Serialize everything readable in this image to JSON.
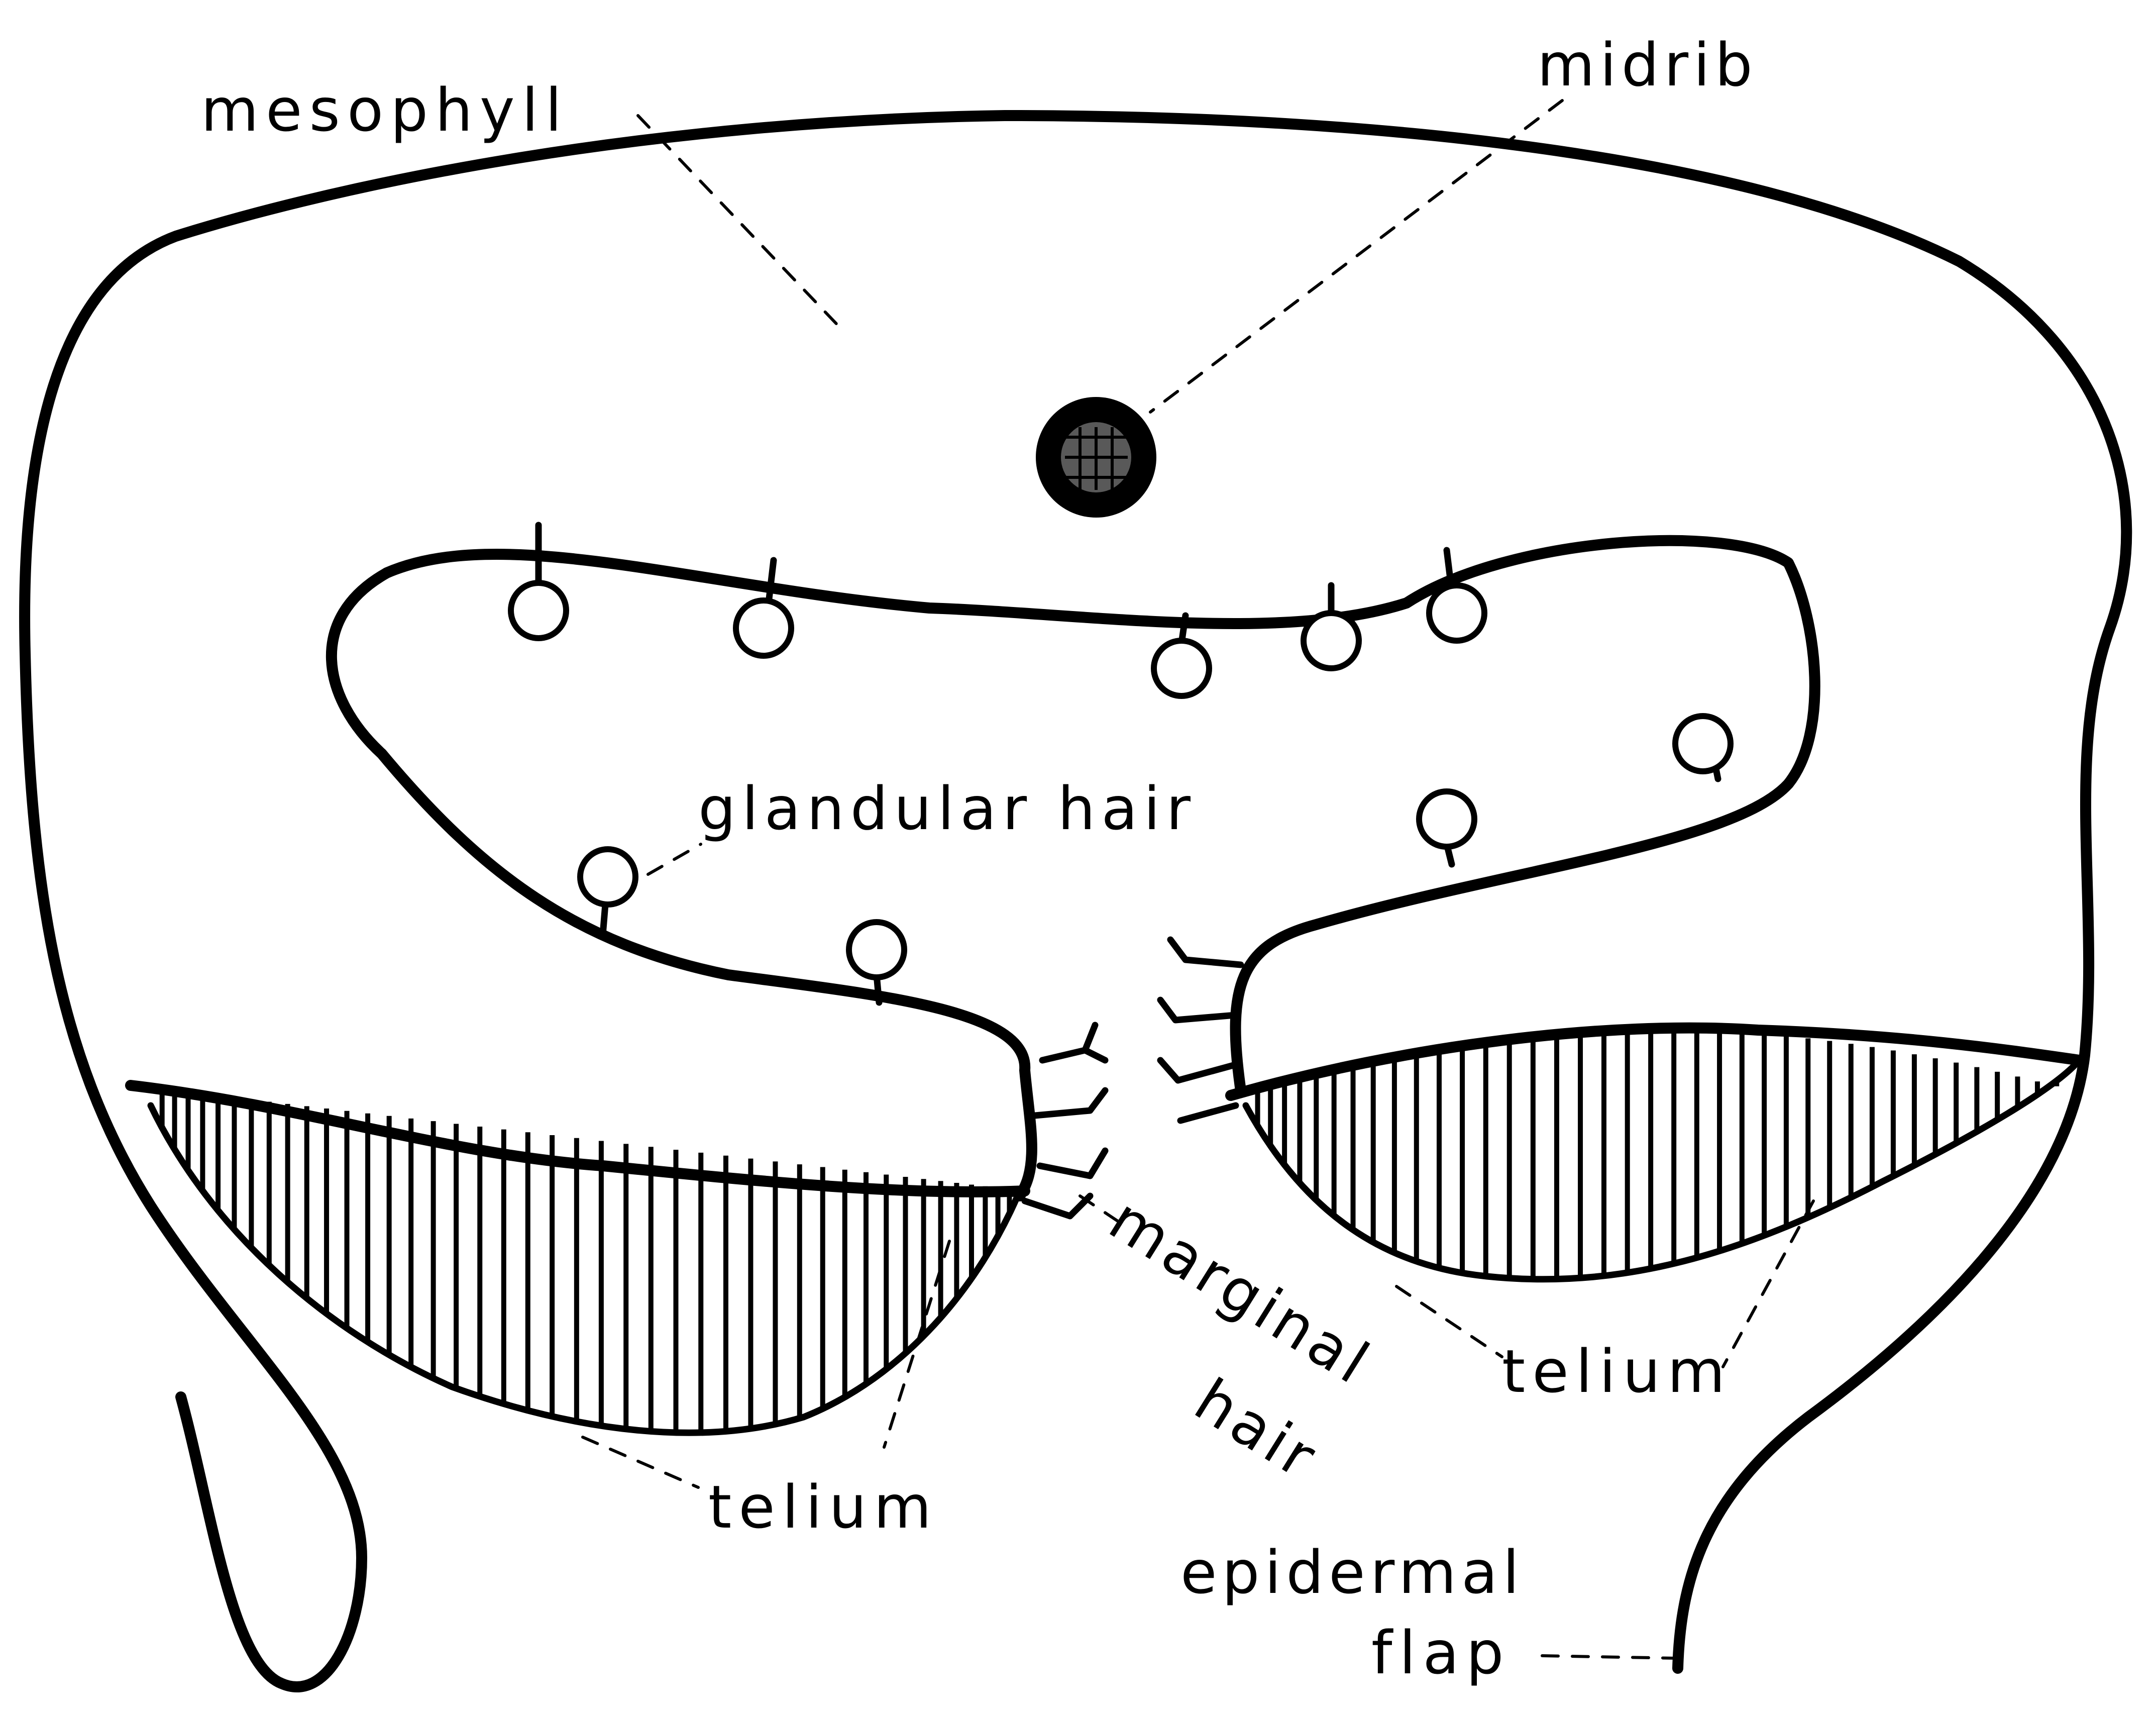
{
  "labels": {
    "mesophyll": "mesophyll",
    "midrib": "midrib",
    "glandular_hair": "glandular hair",
    "marginal_hair_line1": "marginal",
    "marginal_hair_line2": "hair",
    "telium_left": "telium",
    "telium_right": "telium",
    "epidermal_flap_line1": "epidermal",
    "epidermal_flap_line2": "flap"
  }
}
